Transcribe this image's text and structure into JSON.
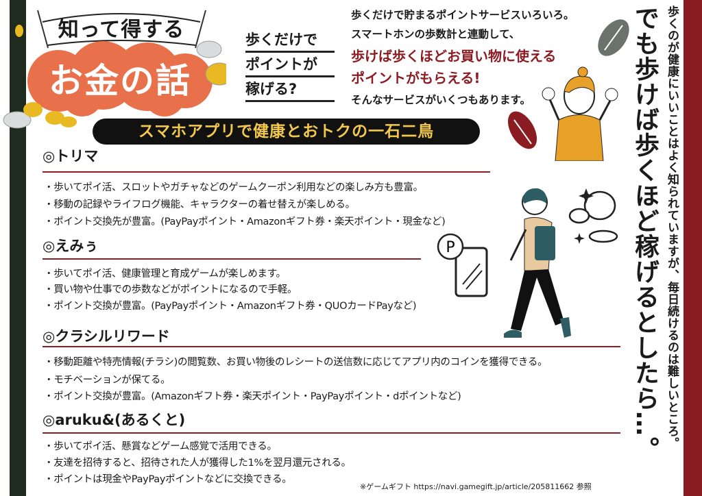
{
  "title": {
    "banner": "知って得する",
    "main": "お金の話"
  },
  "question": [
    "歩くだけで",
    "ポイントが",
    "稼げる?"
  ],
  "intro": {
    "line1": "歩くだけで貯まるポイントサービスいろいろ。",
    "line2": "スマートホンの歩数計と連動して、",
    "highlight1": "歩けば歩くほどお買い物に使える",
    "highlight2": "ポイントがもらえる!",
    "line3": "そんなサービスがいくつもあります。"
  },
  "subtitle": "スマホアプリで健康とおトクの一石二鳥",
  "sections": [
    {
      "heading": "◎トリマ",
      "bullets": [
        "・歩いてポイ活、スロットやガチャなどのゲームクーポン利用などの楽しみ方も豊富。",
        "・移動の記録やライフログ機能、キャラクターの着せ替えが楽しめる。",
        "・ポイント交換先が豊富。(PayPayポイント・Amazonギフト券・楽天ポイント・現金など)"
      ]
    },
    {
      "heading": "◎えみぅ",
      "bullets": [
        "・歩いてポイ活、健康管理と育成ゲームが楽しめます。",
        "・買い物や仕事での歩数などがポイントになるので手軽。",
        "・ポイント交換が豊富。(PayPayポイント・Amazonギフト券・QUOカードPayなど)"
      ]
    },
    {
      "heading": "◎クラシルリワード",
      "bullets": [
        "・移動距離や特売情報(チラシ)の閲覧数、お買い物後のレシートの送信数に応じてアプリ内のコインを獲得できる。",
        "・モチベーションが保てる。",
        "・ポイント交換が豊富。(Amazonギフト券・楽天ポイント・PayPayポイント・dポイントなど)"
      ]
    },
    {
      "heading": "◎aruku&(あるくと)",
      "bullets": [
        "・歩いてポイ活、懸賞などゲーム感覚で活用できる。",
        "・友達を招待すると、招待された人が獲得した1%を翌月還元される。",
        "・ポイントは現金やPayPayポイントなどに交換できる。"
      ]
    }
  ],
  "footnote": "※ゲームギフト https://navi.gamegift.jp/article/205811662 参照",
  "vertical": {
    "headline": "でも歩けば歩くほど稼げるとしたら…。",
    "lead": "歩くのが健康にいいことはよく知られていますが、毎日続けるのは難しいところ。"
  },
  "icons": {
    "phone_badge": "P"
  },
  "colors": {
    "accent_red": "#8b1c22",
    "orange": "#e8704a",
    "yellow": "#f2c94c",
    "dark_green": "#1f2b1f"
  }
}
